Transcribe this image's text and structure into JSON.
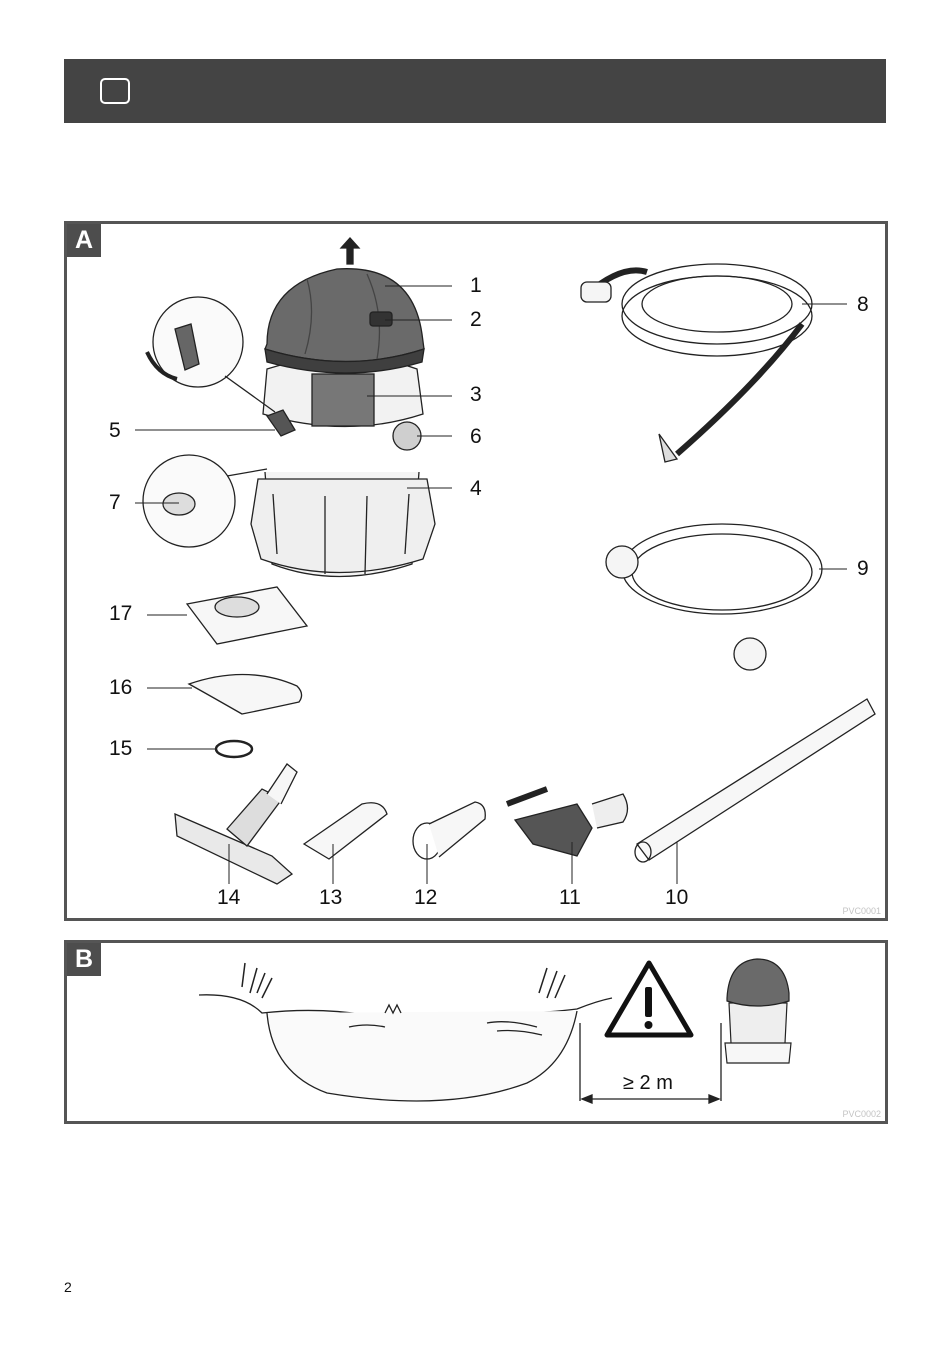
{
  "header": {
    "icon": "book-icon"
  },
  "panel_a": {
    "letter": "A",
    "code": "PVC0001",
    "callouts": [
      "1",
      "2",
      "3",
      "4",
      "5",
      "6",
      "7",
      "8",
      "9",
      "10",
      "11",
      "12",
      "13",
      "14",
      "15",
      "16",
      "17"
    ]
  },
  "panel_b": {
    "letter": "B",
    "code": "PVC0002",
    "distance": "≥ 2 m",
    "warning_icon": "warning-triangle-icon"
  },
  "footer": {
    "page_number": "2"
  }
}
